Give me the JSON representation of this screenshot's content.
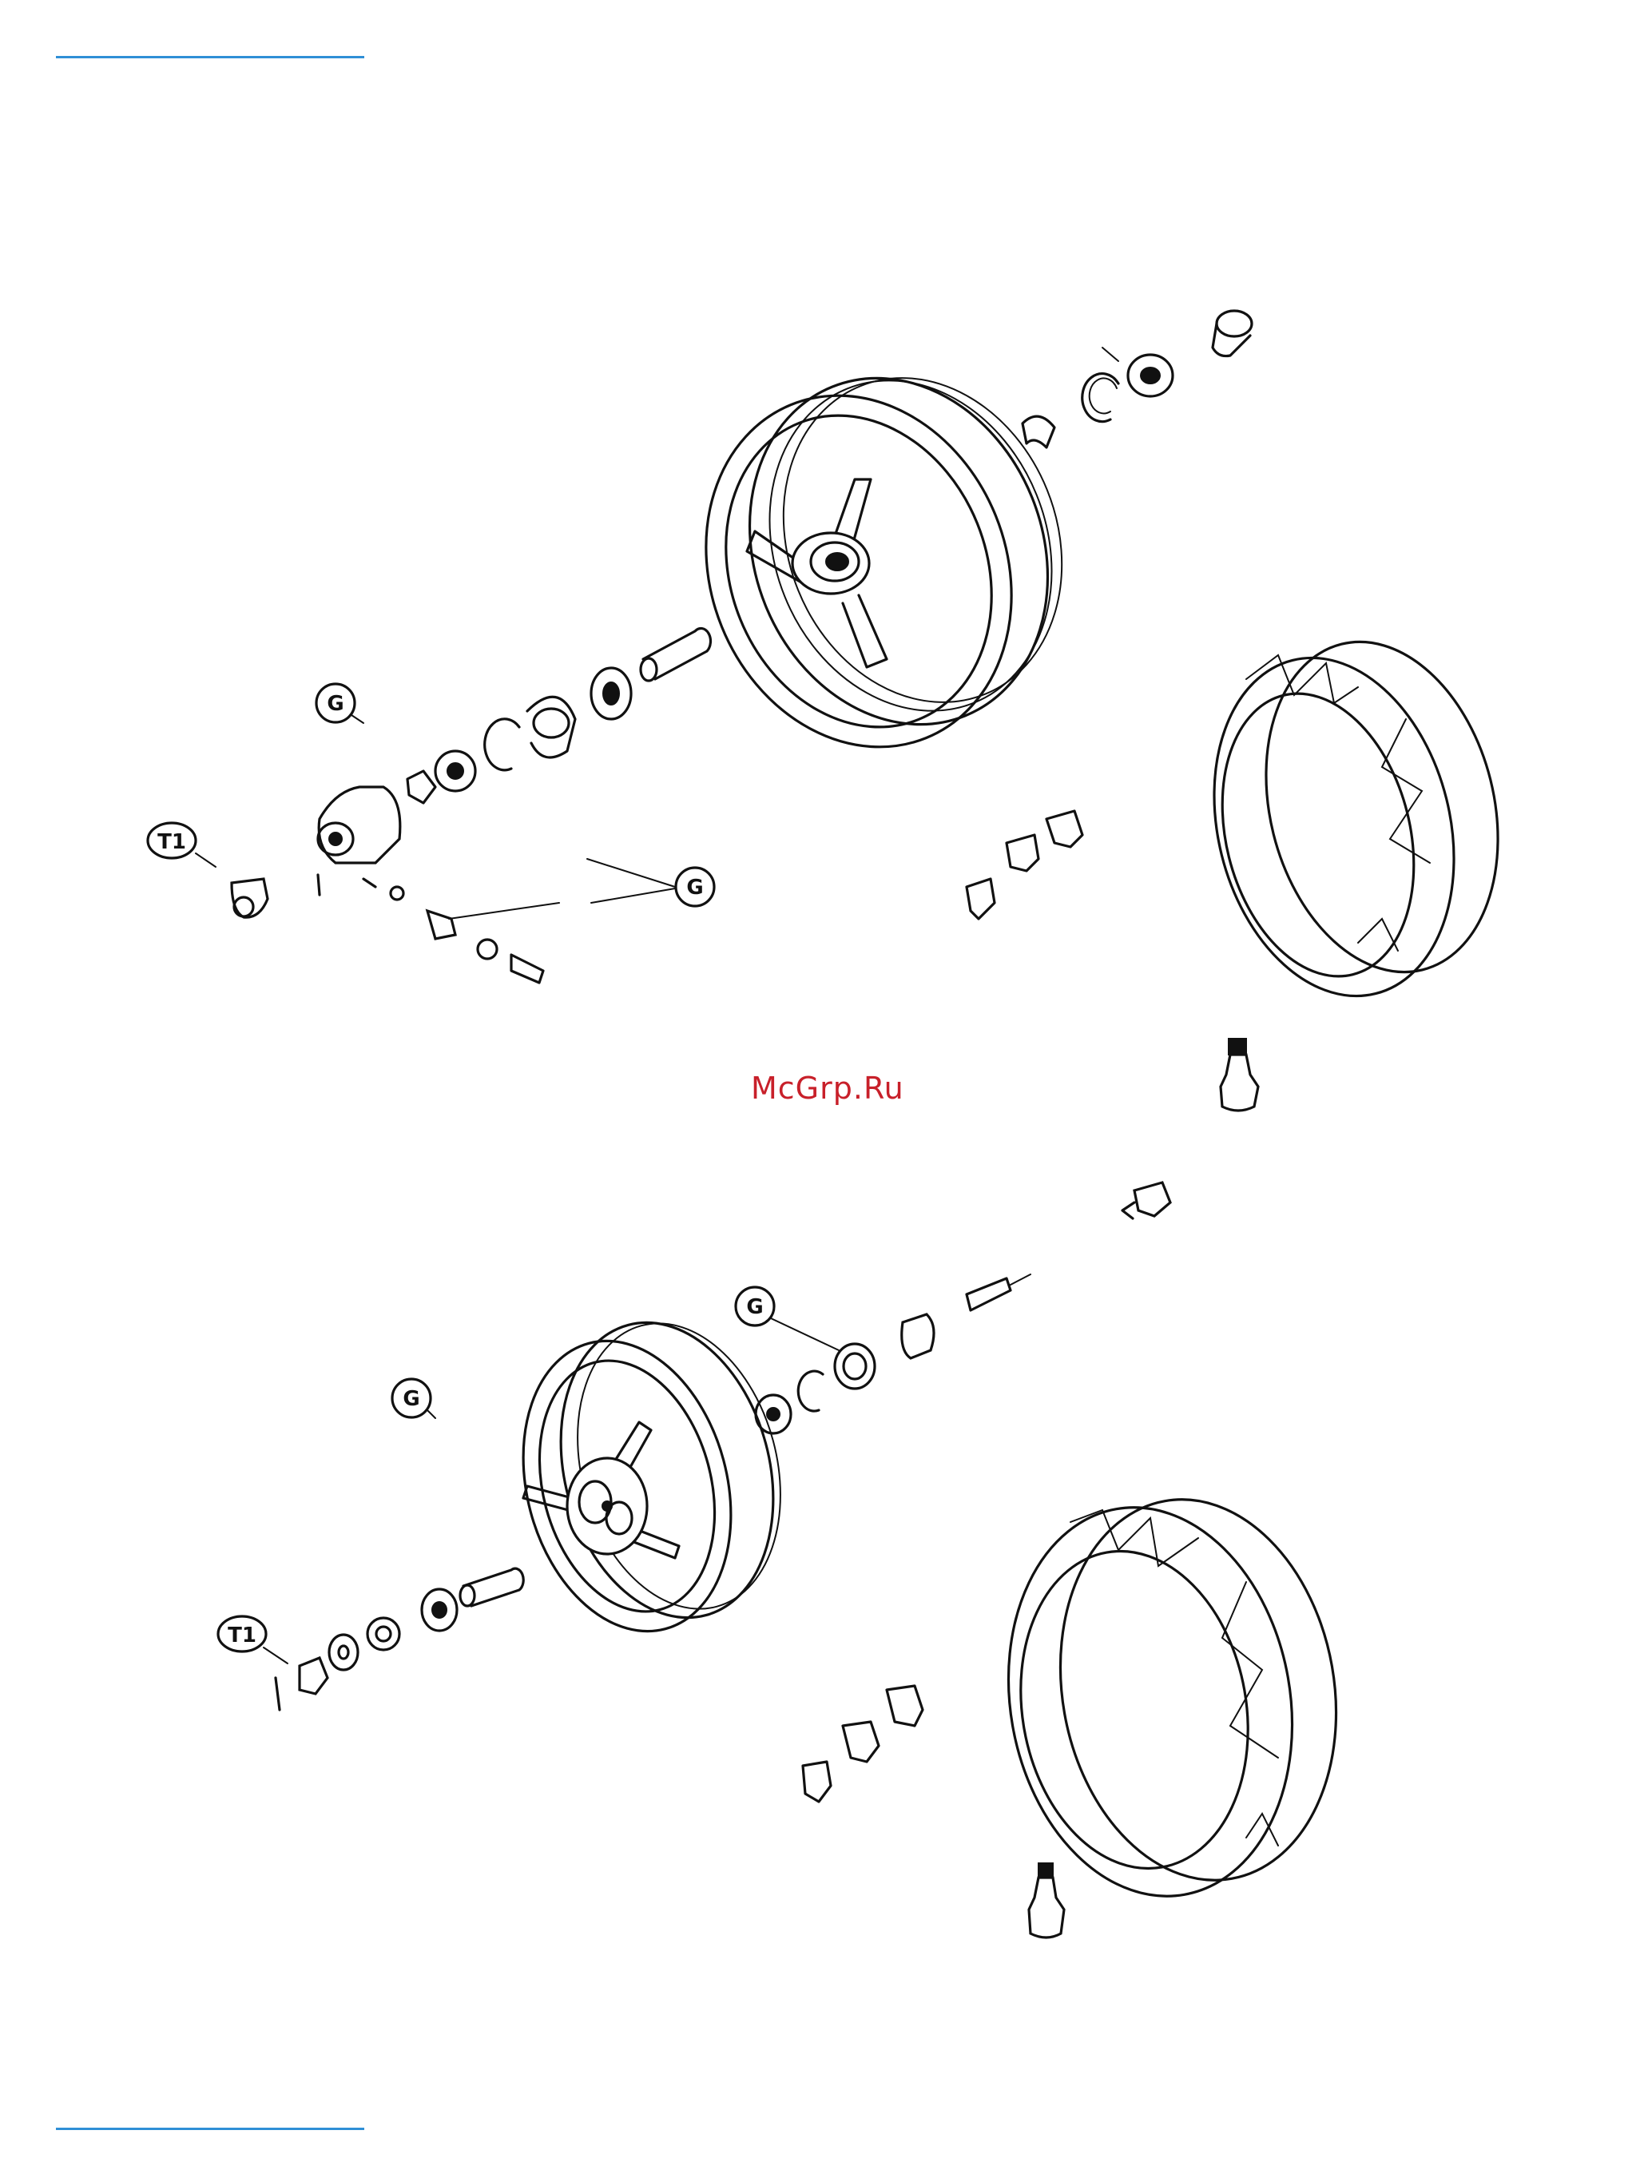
{
  "labels": {
    "grease": "G",
    "torque": "T1"
  },
  "watermark": "McGrp.Ru",
  "colors": {
    "rule": "#2f8fd6",
    "watermark": "#c8202a",
    "line": "#111111"
  }
}
